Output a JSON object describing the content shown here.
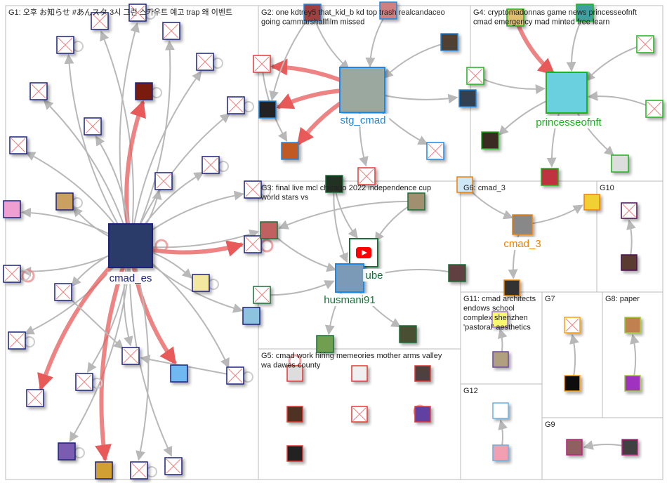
{
  "groups": [
    {
      "id": "G1",
      "title_lines": [
        "G1: 오후 お知らせ #あんスタ 3시 그런 스카우트 예고 trap 왜 이벤트"
      ]
    },
    {
      "id": "G2",
      "title_lines": [
        "G2: one kdtrey5 that_kid_b kd top trash realcandaceo",
        "going cammarshallfilm missed"
      ]
    },
    {
      "id": "G4",
      "title_lines": [
        "G4: cryptomadonnas game news princesseofnft",
        "cmad emergency mad minted free learn"
      ]
    },
    {
      "id": "G3",
      "title_lines": [
        "G3: final live mcl chicago 2022 independence cup",
        "world stars vs"
      ]
    },
    {
      "id": "G6",
      "title_lines": [
        "G6: cmad_3"
      ]
    },
    {
      "id": "G10",
      "title_lines": [
        "G10"
      ]
    },
    {
      "id": "G5",
      "title_lines": [
        "G5: cmad work hiring memeories mother arms valley",
        "wa dawes county"
      ]
    },
    {
      "id": "G11",
      "title_lines": [
        "G11: cmad architects",
        "endows school",
        "complex shenzhen",
        "'pastoral' aesthetics"
      ]
    },
    {
      "id": "G7",
      "title_lines": [
        "G7"
      ]
    },
    {
      "id": "G8",
      "title_lines": [
        "G8: paper"
      ]
    },
    {
      "id": "G12",
      "title_lines": [
        "G12"
      ]
    },
    {
      "id": "G9",
      "title_lines": [
        "G9"
      ]
    }
  ],
  "hubs": {
    "cmad_es": {
      "label": "cmad_es",
      "color": "#1a237e"
    },
    "stg_cmad": {
      "label": "stg_cmad",
      "color": "#1e88e5"
    },
    "princesseofnft": {
      "label": "princesseofnft",
      "color": "#1db31d"
    },
    "husmani91": {
      "label": "husmani91",
      "color": "#1b6e3a"
    },
    "youtube": {
      "label": "ube",
      "color": "#1b6e3a"
    },
    "cmad_3": {
      "label": "cmad_3",
      "color": "#f08000"
    }
  },
  "colors": {
    "edge": "#b8b8b8",
    "strong_edge": "#e85a5a",
    "group_border": "#bbbbbb",
    "broken_x": "#f08080"
  }
}
